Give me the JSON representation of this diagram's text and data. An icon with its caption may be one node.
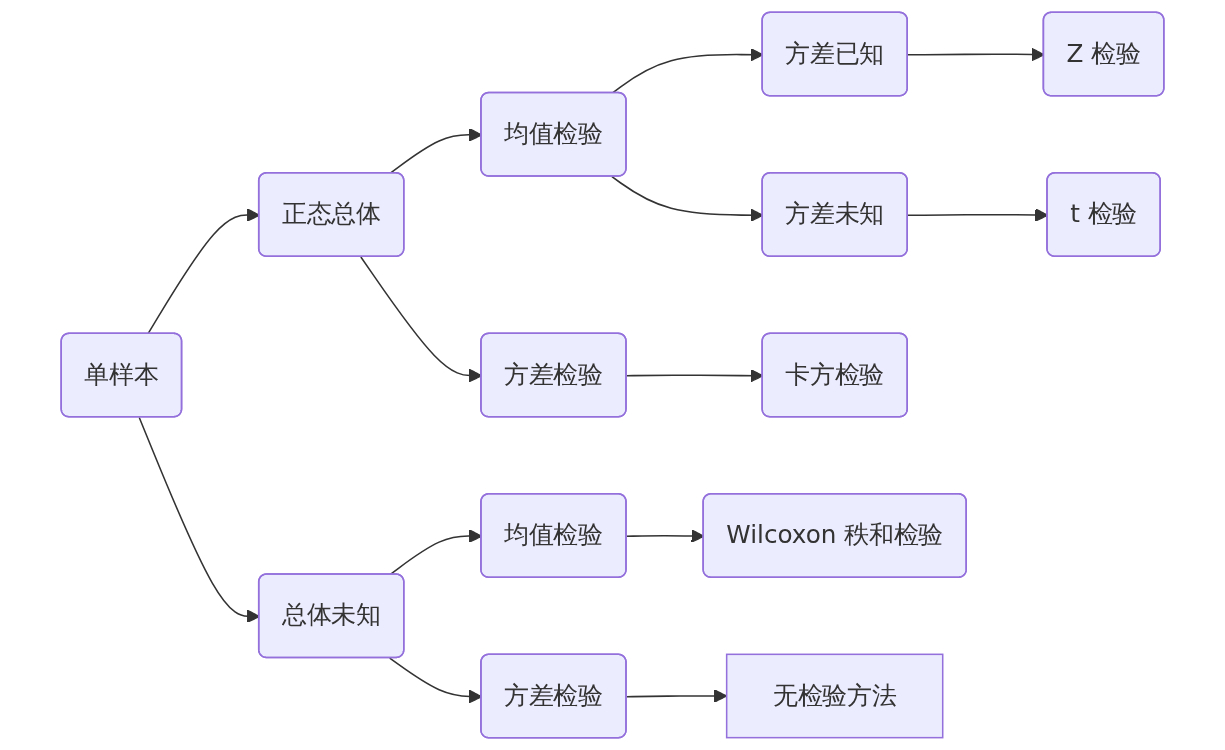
{
  "diagram": {
    "nodes": [
      {
        "text": [
          "单样本"
        ]
      },
      {
        "text": [
          "正态总体"
        ]
      },
      {
        "text": [
          "总体未知"
        ]
      },
      {
        "text": [
          "均值检验"
        ]
      },
      {
        "text": [
          "方差检验"
        ]
      },
      {
        "text": [
          "均值检验"
        ]
      },
      {
        "text": [
          "方差检验"
        ]
      },
      {
        "text": [
          "方差已知"
        ]
      },
      {
        "text": [
          "方差未知"
        ]
      },
      {
        "text": [
          "卡方检验"
        ]
      },
      {
        "text": [
          "Wilcoxon 秩和检验"
        ]
      },
      {
        "text": [
          "无检验方法"
        ]
      },
      {
        "text": [
          "Z 检验"
        ]
      },
      {
        "text": [
          "t 检验"
        ]
      }
    ],
    "edges": [
      {
        "from": 0,
        "to": 1,
        "arrow": "to"
      },
      {
        "from": 0,
        "to": 2,
        "arrow": "to"
      },
      {
        "from": 1,
        "to": 3,
        "arrow": "to"
      },
      {
        "from": 1,
        "to": 4,
        "arrow": "to"
      },
      {
        "from": 3,
        "to": 7,
        "arrow": "to"
      },
      {
        "from": 3,
        "to": 8,
        "arrow": "to"
      },
      {
        "from": 7,
        "to": 12,
        "arrow": "to"
      },
      {
        "from": 8,
        "to": 13,
        "arrow": "to"
      },
      {
        "from": 4,
        "to": 9,
        "arrow": "to"
      },
      {
        "from": 2,
        "to": 5,
        "arrow": "to"
      },
      {
        "from": 2,
        "to": 6,
        "arrow": "to"
      },
      {
        "from": 5,
        "to": 10,
        "arrow": "to"
      },
      {
        "from": 6,
        "to": 11,
        "arrow": "to"
      }
    ]
  }
}
